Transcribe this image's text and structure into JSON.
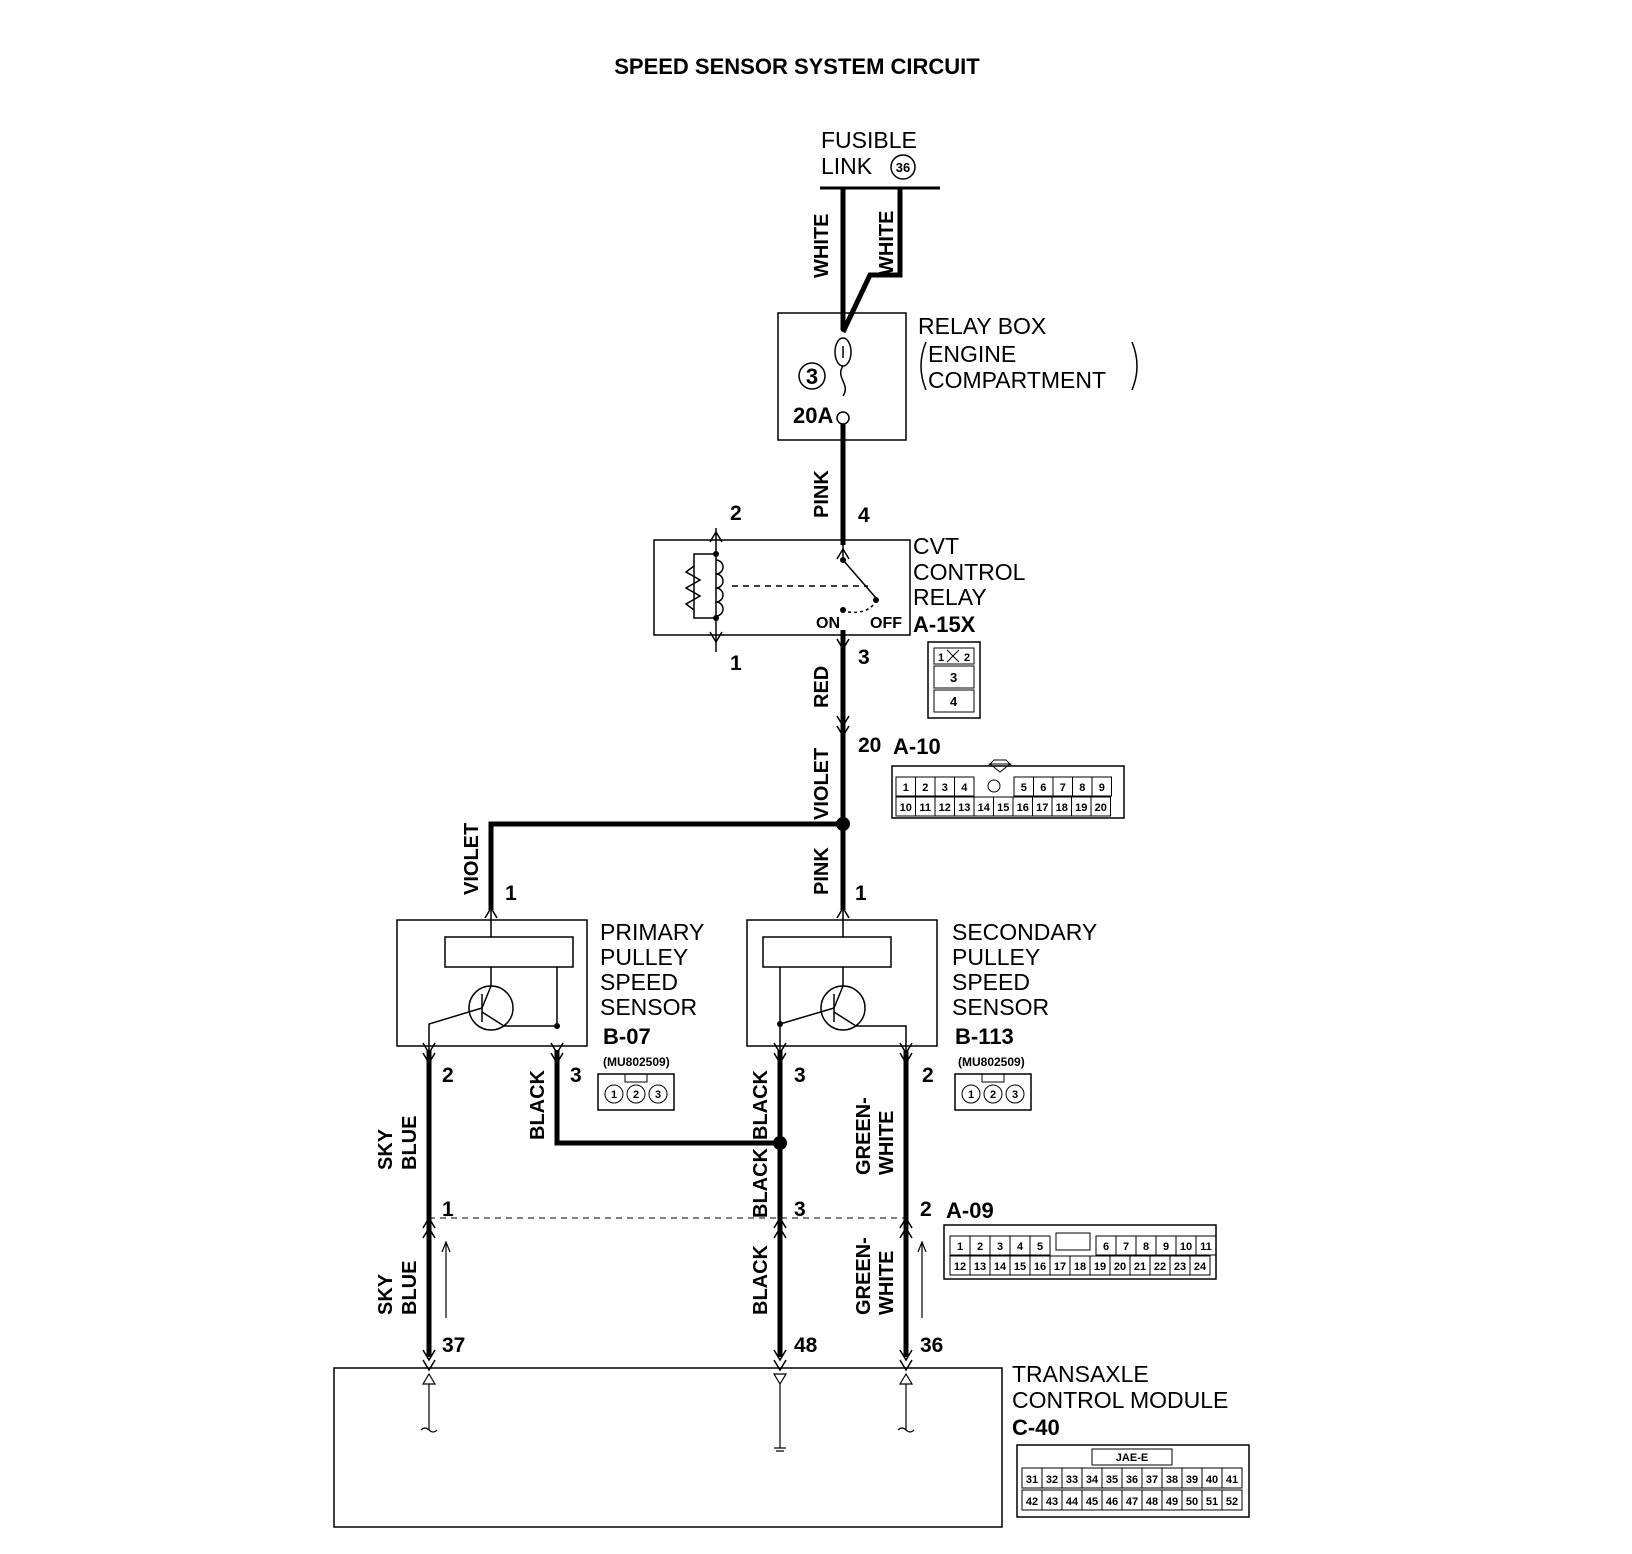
{
  "title": "SPEED SENSOR SYSTEM CIRCUIT",
  "fusible_link": {
    "line1": "FUSIBLE",
    "line2": "LINK",
    "number": "36"
  },
  "relay_box": {
    "line1": "RELAY BOX",
    "line2": "ENGINE",
    "line3": "COMPARTMENT",
    "fuse_number": "3",
    "fuse_rating": "20A"
  },
  "cvt_relay": {
    "line1": "CVT",
    "line2": "CONTROL",
    "line3": "RELAY",
    "connector": "A-15X",
    "on_label": "ON",
    "off_label": "OFF",
    "pins": [
      "2",
      "4",
      "1",
      "3"
    ],
    "connector_pins": [
      "1",
      "2",
      "3",
      "4"
    ]
  },
  "connector_a10": {
    "id": "A-10",
    "pin": "20",
    "row1": [
      "1",
      "2",
      "3",
      "4",
      "5",
      "6",
      "7",
      "8",
      "9"
    ],
    "row2": [
      "10",
      "11",
      "12",
      "13",
      "14",
      "15",
      "16",
      "17",
      "18",
      "19",
      "20"
    ]
  },
  "primary_sensor": {
    "line1": "PRIMARY",
    "line2": "PULLEY",
    "line3": "SPEED",
    "line4": "SENSOR",
    "connector": "B-07",
    "part": "(MU802509)",
    "pins": [
      "1",
      "2",
      "3"
    ]
  },
  "secondary_sensor": {
    "line1": "SECONDARY",
    "line2": "PULLEY",
    "line3": "SPEED",
    "line4": "SENSOR",
    "connector": "B-113",
    "part": "(MU802509)",
    "pins": [
      "1",
      "2",
      "3"
    ]
  },
  "connector_a09": {
    "id": "A-09",
    "row1": [
      "1",
      "2",
      "3",
      "4",
      "5",
      "6",
      "7",
      "8",
      "9",
      "10",
      "11"
    ],
    "row2": [
      "12",
      "13",
      "14",
      "15",
      "16",
      "17",
      "18",
      "19",
      "20",
      "21",
      "22",
      "23",
      "24"
    ]
  },
  "tcm": {
    "line1": "TRANSAXLE",
    "line2": "CONTROL MODULE",
    "connector": "C-40",
    "header": "JAE-E",
    "row1": [
      "31",
      "32",
      "33",
      "34",
      "35",
      "36",
      "37",
      "38",
      "39",
      "40",
      "41"
    ],
    "row2": [
      "42",
      "43",
      "44",
      "45",
      "46",
      "47",
      "48",
      "49",
      "50",
      "51",
      "52"
    ],
    "pins": [
      "37",
      "48",
      "36"
    ]
  },
  "wires": {
    "white": "WHITE",
    "pink": "PINK",
    "red": "RED",
    "violet": "VIOLET",
    "sky": "SKY",
    "blue": "BLUE",
    "black": "BLACK",
    "green": "GREEN-",
    "white2": "WHITE"
  },
  "pin_labels": {
    "p1": "1",
    "p2": "2",
    "p3": "3"
  }
}
